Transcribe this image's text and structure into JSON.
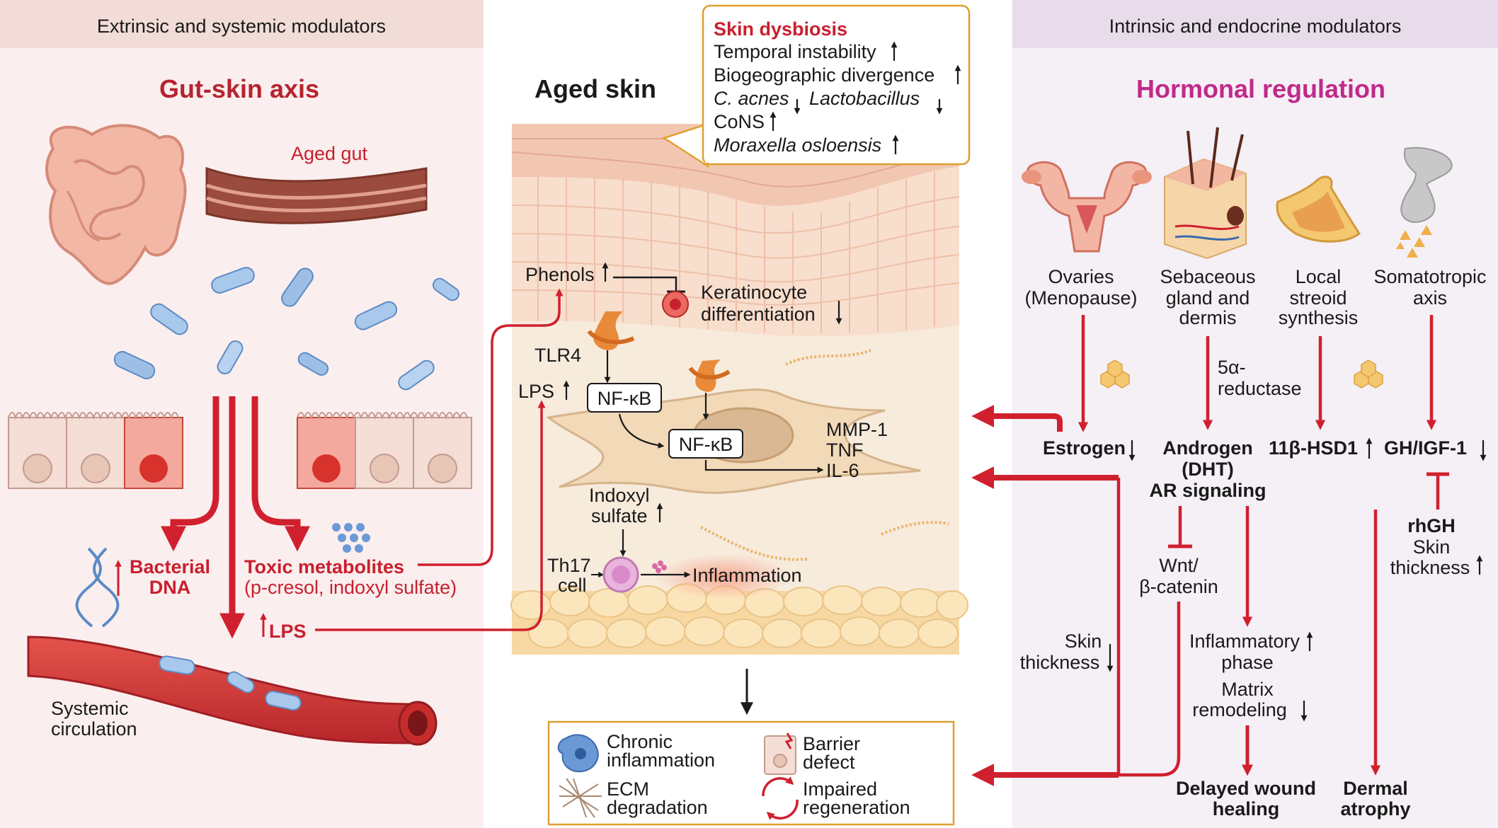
{
  "left_panel": {
    "header": "Extrinsic and systemic modulators",
    "title": "Gut-skin axis",
    "aged_gut": "Aged gut",
    "bacterial_dna_1": "Bacterial",
    "bacterial_dna_2": "DNA",
    "toxic_metabolites": "Toxic metabolites",
    "toxic_examples": "(p-cresol, indoxyl sulfate)",
    "lps": "LPS",
    "systemic_1": "Systemic",
    "systemic_2": "circulation"
  },
  "middle_panel": {
    "title": "Aged skin",
    "dysbiosis": {
      "title": "Skin dysbiosis",
      "items": [
        "Temporal instability",
        "Biogeographic divergence",
        "C. acnes",
        "Lactobacillus",
        "CoNS",
        "Moraxella osloensis"
      ]
    },
    "phenols": "Phenols",
    "keratinocyte_1": "Keratinocyte",
    "keratinocyte_2": "differentiation",
    "tlr4": "TLR4",
    "nfkb": "NF-κB",
    "lps": "LPS",
    "mmp1": "MMP-1",
    "tnf": "TNF",
    "il6": "IL-6",
    "indoxyl_1": "Indoxyl",
    "indoxyl_2": "sulfate",
    "th17_1": "Th17",
    "th17_2": "cell",
    "inflammation": "Inflammation"
  },
  "outcomes": {
    "chronic_1": "Chronic",
    "chronic_2": "inflammation",
    "barrier_1": "Barrier",
    "barrier_2": "defect",
    "ecm_1": "ECM",
    "ecm_2": "degradation",
    "impaired_1": "Impaired",
    "impaired_2": "regeneration"
  },
  "right_panel": {
    "header": "Intrinsic and endocrine modulators",
    "title": "Hormonal regulation",
    "ovaries_1": "Ovaries",
    "ovaries_2": "(Menopause)",
    "sebaceous_1": "Sebaceous",
    "sebaceous_2": "gland and",
    "sebaceous_3": "dermis",
    "local_1": "Local",
    "local_2": "streoid",
    "local_3": "synthesis",
    "somato_1": "Somatotropic",
    "somato_2": "axis",
    "reductase_1": "5α-",
    "reductase_2": "reductase",
    "estrogen": "Estrogen",
    "androgen_1": "Androgen",
    "androgen_2": "(DHT)",
    "androgen_3": "AR signaling",
    "hsd": "11β-HSD1",
    "gh": "GH/IGF-1",
    "wnt_1": "Wnt/",
    "wnt_2": "β-catenin",
    "rhgh_1": "rhGH",
    "rhgh_2": "Skin",
    "rhgh_3": "thickness",
    "skin_thick_1": "Skin",
    "skin_thick_2": "thickness",
    "inflam_phase_1": "Inflammatory",
    "inflam_phase_2": "phase",
    "matrix_1": "Matrix",
    "matrix_2": "remodeling",
    "delayed_1": "Delayed wound",
    "delayed_2": "healing",
    "dermal_1": "Dermal",
    "dermal_2": "atrophy"
  },
  "colors": {
    "accent_red": "#d0202e",
    "title_red": "#b52430",
    "title_magenta": "#c02a8a",
    "left_bg": "#fbeeee",
    "right_bg": "#f4eef5",
    "outcome_border": "#e0a030"
  },
  "icons": [
    "intestine-icon",
    "gut-vessel-icon",
    "bacteria-icon",
    "dna-icon",
    "blood-vessel-icon",
    "uterus-icon",
    "skin-section-icon",
    "adrenal-icon",
    "pituitary-icon",
    "hormone-molecule-icon",
    "tlr4-receptor-icon",
    "fibroblast-icon",
    "th17-cell-icon",
    "immune-cell-icon",
    "barrier-cell-icon",
    "ecm-fiber-icon",
    "cycle-icon"
  ]
}
